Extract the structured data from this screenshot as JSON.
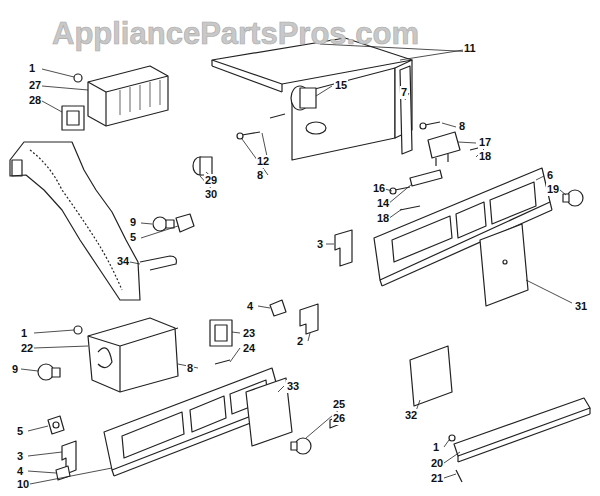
{
  "diagram": {
    "labels": [
      "AppliancePartsPros.com",
      "11",
      "1",
      "27",
      "28",
      "15",
      "7",
      "8",
      "17",
      "18",
      "12",
      "8",
      "29",
      "30",
      "16",
      "14",
      "18",
      "6",
      "19",
      "9",
      "5",
      "34",
      "3",
      "31",
      "4",
      "2",
      "1",
      "22",
      "23",
      "24",
      "9",
      "8",
      "33",
      "32",
      "25",
      "26",
      "1",
      "20",
      "21",
      "5",
      "3",
      "4",
      "10"
    ]
  }
}
